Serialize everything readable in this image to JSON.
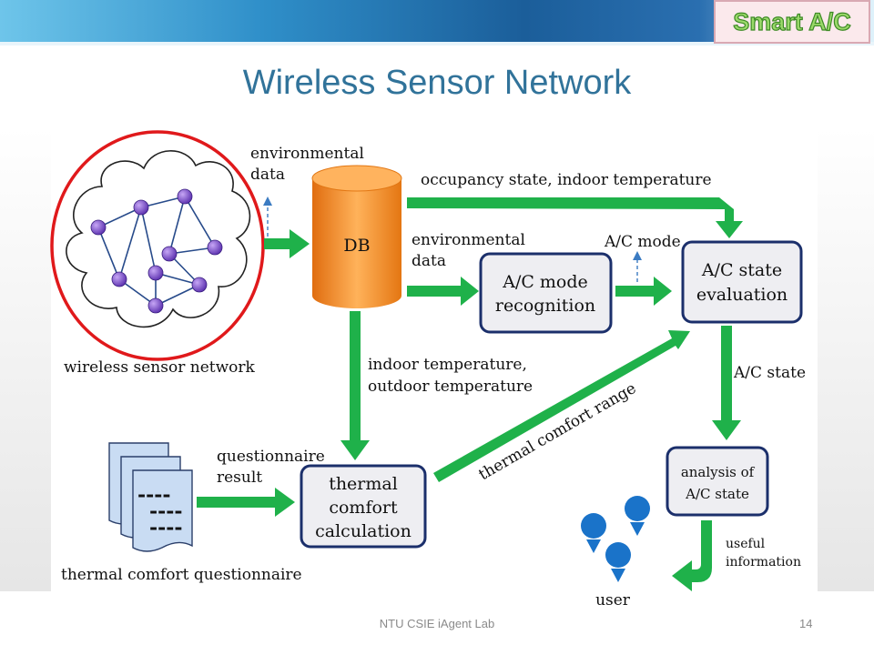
{
  "header": {
    "badge": "Smart A/C",
    "title": "Wireless Sensor Network"
  },
  "diagram": {
    "db": "DB",
    "wsn_label": "wireless sensor network",
    "env_data_top": [
      "environmental",
      "data"
    ],
    "env_data_mid": [
      "environmental",
      "data"
    ],
    "occupancy": "occupancy state, indoor temperature",
    "ac_mode_label": "A/C mode",
    "ac_mode_recognition": [
      "A/C mode",
      "recognition"
    ],
    "ac_state_evaluation": [
      "A/C state",
      "evaluation"
    ],
    "temps": [
      "indoor temperature,",
      "outdoor temperature"
    ],
    "comfort_range": "thermal comfort range",
    "ac_state_label": "A/C state",
    "questionnaire_result": [
      "questionnaire",
      "result"
    ],
    "thermal_calc": [
      "thermal",
      "comfort",
      "calculation"
    ],
    "analysis": [
      "analysis of",
      "A/C state"
    ],
    "useful_info": [
      "useful",
      "information"
    ],
    "user": "user",
    "questionnaire_label": "thermal comfort questionnaire",
    "doc_lines": [
      "----",
      "----",
      "----"
    ]
  },
  "colors": {
    "arrow": "#1fb14a",
    "box_border": "#1b2f6b",
    "box_fill": "#eeeef2",
    "db": "#f28a1e",
    "node": "#7b4fc4",
    "user": "#1a73c9",
    "circle": "#e0191b"
  },
  "footer": {
    "lab": "NTU CSIE iAgent Lab",
    "page": "14"
  }
}
